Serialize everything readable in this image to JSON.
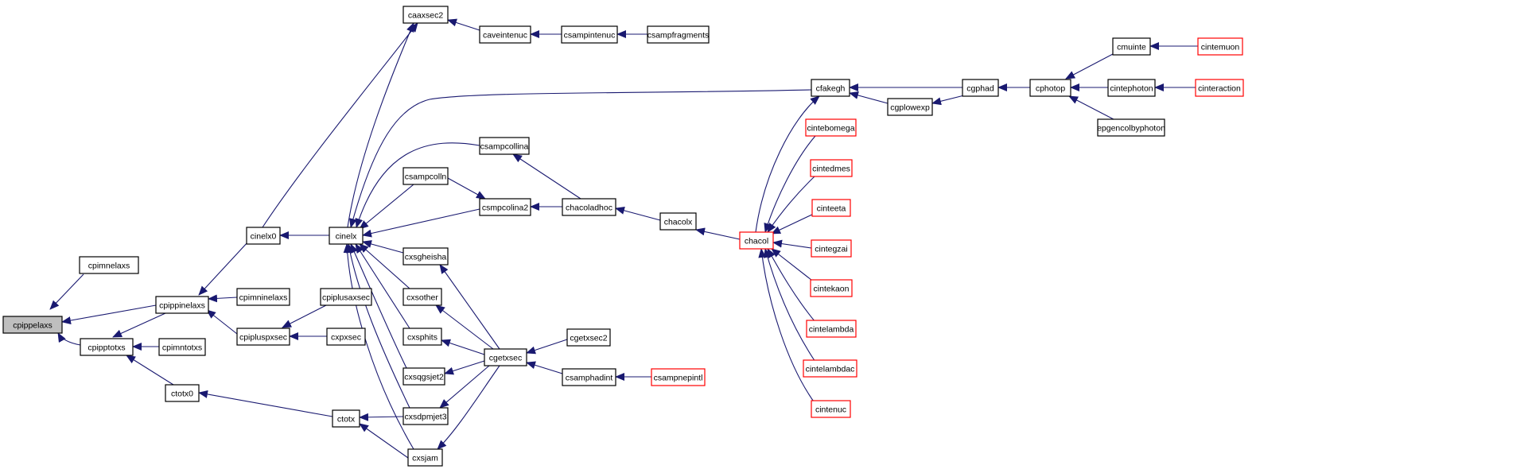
{
  "graph": {
    "edge_color": "#191970",
    "truncated_border_color": "#ff0000",
    "root_fill": "#bfbfbf",
    "nodes": [
      {
        "id": "cpippelaxs",
        "label": "cpippelaxs",
        "kind": "root"
      },
      {
        "id": "cpimnelaxs",
        "label": "cpimnelaxs",
        "kind": "normal"
      },
      {
        "id": "cpippinelaxs",
        "label": "cpippinelaxs",
        "kind": "normal"
      },
      {
        "id": "cpipptotxs",
        "label": "cpipptotxs",
        "kind": "normal"
      },
      {
        "id": "cpimninelaxs",
        "label": "cpimninelaxs",
        "kind": "normal"
      },
      {
        "id": "cpipluspxsec",
        "label": "cpipluspxsec",
        "kind": "normal"
      },
      {
        "id": "cpiplusaxsec",
        "label": "cpiplusaxsec",
        "kind": "normal"
      },
      {
        "id": "cxpxsec",
        "label": "cxpxsec",
        "kind": "normal"
      },
      {
        "id": "cpimntotxs",
        "label": "cpimntotxs",
        "kind": "normal"
      },
      {
        "id": "ctotx0",
        "label": "ctotx0",
        "kind": "normal"
      },
      {
        "id": "cinelx0",
        "label": "cinelx0",
        "kind": "normal"
      },
      {
        "id": "cinelx",
        "label": "cinelx",
        "kind": "normal"
      },
      {
        "id": "ctotx",
        "label": "ctotx",
        "kind": "normal"
      },
      {
        "id": "caaxsec2",
        "label": "caaxsec2",
        "kind": "normal"
      },
      {
        "id": "caveintenuc",
        "label": "caveintenuc",
        "kind": "normal"
      },
      {
        "id": "csampintenuc",
        "label": "csampintenuc",
        "kind": "normal"
      },
      {
        "id": "csampfragments",
        "label": "csampfragments",
        "kind": "normal"
      },
      {
        "id": "csampcollina",
        "label": "csampcollina",
        "kind": "normal"
      },
      {
        "id": "csampcolln",
        "label": "csampcolln",
        "kind": "normal"
      },
      {
        "id": "csmpcolina2",
        "label": "csmpcolina2",
        "kind": "normal"
      },
      {
        "id": "chacoladhoc",
        "label": "chacoladhoc",
        "kind": "normal"
      },
      {
        "id": "chacolx",
        "label": "chacolx",
        "kind": "normal"
      },
      {
        "id": "chacol",
        "label": "chacol",
        "kind": "truncated"
      },
      {
        "id": "cxsgheisha",
        "label": "cxsgheisha",
        "kind": "normal"
      },
      {
        "id": "cxsother",
        "label": "cxsother",
        "kind": "normal"
      },
      {
        "id": "cxsphits",
        "label": "cxsphits",
        "kind": "normal"
      },
      {
        "id": "cxsqgsjet2",
        "label": "cxsqgsjet2",
        "kind": "normal"
      },
      {
        "id": "cxsdpmjet3",
        "label": "cxsdpmjet3",
        "kind": "normal"
      },
      {
        "id": "cxsjam",
        "label": "cxsjam",
        "kind": "normal"
      },
      {
        "id": "cgetxsec",
        "label": "cgetxsec",
        "kind": "normal"
      },
      {
        "id": "cgetxsec2",
        "label": "cgetxsec2",
        "kind": "normal"
      },
      {
        "id": "csamphadint",
        "label": "csamphadint",
        "kind": "normal"
      },
      {
        "id": "csampnepintl",
        "label": "csampnepintl",
        "kind": "truncated"
      },
      {
        "id": "cfakegh",
        "label": "cfakegh",
        "kind": "normal"
      },
      {
        "id": "cgplowexp",
        "label": "cgplowexp",
        "kind": "normal"
      },
      {
        "id": "cgphad",
        "label": "cgphad",
        "kind": "normal"
      },
      {
        "id": "cphotop",
        "label": "cphotop",
        "kind": "normal"
      },
      {
        "id": "cmuinte",
        "label": "cmuinte",
        "kind": "normal"
      },
      {
        "id": "cintemuon",
        "label": "cintemuon",
        "kind": "truncated"
      },
      {
        "id": "cintephoton",
        "label": "cintephoton",
        "kind": "normal"
      },
      {
        "id": "cinteraction",
        "label": "cinteraction",
        "kind": "truncated"
      },
      {
        "id": "epgencolbyphoton",
        "label": "epgencolbyphoton",
        "kind": "normal"
      },
      {
        "id": "cintebomega",
        "label": "cintebomega",
        "kind": "truncated"
      },
      {
        "id": "cintedmes",
        "label": "cintedmes",
        "kind": "truncated"
      },
      {
        "id": "cinteeta",
        "label": "cinteeta",
        "kind": "truncated"
      },
      {
        "id": "cintegzai",
        "label": "cintegzai",
        "kind": "truncated"
      },
      {
        "id": "cintekaon",
        "label": "cintekaon",
        "kind": "truncated"
      },
      {
        "id": "cintelambda",
        "label": "cintelambda",
        "kind": "truncated"
      },
      {
        "id": "cintelambdac",
        "label": "cintelambdac",
        "kind": "truncated"
      },
      {
        "id": "cintenuc",
        "label": "cintenuc",
        "kind": "truncated"
      }
    ],
    "edges": [
      {
        "from": "cpimnelaxs",
        "to": "cpippelaxs"
      },
      {
        "from": "cpippinelaxs",
        "to": "cpippelaxs"
      },
      {
        "from": "cpipptotxs",
        "to": "cpippelaxs"
      },
      {
        "from": "cpippinelaxs",
        "to": "cpipptotxs"
      },
      {
        "from": "cinelx0",
        "to": "cpippinelaxs"
      },
      {
        "from": "cpimninelaxs",
        "to": "cpippinelaxs"
      },
      {
        "from": "cpipluspxsec",
        "to": "cpippinelaxs"
      },
      {
        "from": "cpiplusaxsec",
        "to": "cpipluspxsec"
      },
      {
        "from": "cxpxsec",
        "to": "cpipluspxsec"
      },
      {
        "from": "cpimntotxs",
        "to": "cpipptotxs"
      },
      {
        "from": "ctotx0",
        "to": "cpipptotxs"
      },
      {
        "from": "ctotx",
        "to": "ctotx0"
      },
      {
        "from": "cinelx",
        "to": "cinelx0"
      },
      {
        "from": "cinelx0",
        "to": "caaxsec2"
      },
      {
        "from": "cinelx",
        "to": "caaxsec2"
      },
      {
        "from": "caveintenuc",
        "to": "caaxsec2"
      },
      {
        "from": "csampintenuc",
        "to": "caveintenuc"
      },
      {
        "from": "csampfragments",
        "to": "csampintenuc"
      },
      {
        "from": "cfakegh",
        "to": "cinelx"
      },
      {
        "from": "csampcollina",
        "to": "cinelx"
      },
      {
        "from": "csampcolln",
        "to": "cinelx"
      },
      {
        "from": "csmpcolina2",
        "to": "cinelx"
      },
      {
        "from": "cxsgheisha",
        "to": "cinelx"
      },
      {
        "from": "cxsother",
        "to": "cinelx"
      },
      {
        "from": "cxsphits",
        "to": "cinelx"
      },
      {
        "from": "cxsqgsjet2",
        "to": "cinelx"
      },
      {
        "from": "cxsdpmjet3",
        "to": "cinelx"
      },
      {
        "from": "cxsjam",
        "to": "cinelx"
      },
      {
        "from": "csampcolln",
        "to": "csmpcolina2"
      },
      {
        "from": "chacoladhoc",
        "to": "csmpcolina2"
      },
      {
        "from": "chacoladhoc",
        "to": "csampcollina"
      },
      {
        "from": "chacolx",
        "to": "chacoladhoc"
      },
      {
        "from": "chacol",
        "to": "chacolx"
      },
      {
        "from": "cxsdpmjet3",
        "to": "ctotx"
      },
      {
        "from": "cxsjam",
        "to": "ctotx"
      },
      {
        "from": "cgetxsec",
        "to": "cxsgheisha"
      },
      {
        "from": "cgetxsec",
        "to": "cxsother"
      },
      {
        "from": "cgetxsec",
        "to": "cxsphits"
      },
      {
        "from": "cgetxsec",
        "to": "cxsqgsjet2"
      },
      {
        "from": "cgetxsec",
        "to": "cxsdpmjet3"
      },
      {
        "from": "cgetxsec",
        "to": "cxsjam"
      },
      {
        "from": "cgetxsec2",
        "to": "cgetxsec"
      },
      {
        "from": "csamphadint",
        "to": "cgetxsec"
      },
      {
        "from": "csampnepintl",
        "to": "csamphadint"
      },
      {
        "from": "cgphad",
        "to": "cfakegh"
      },
      {
        "from": "cgplowexp",
        "to": "cfakegh"
      },
      {
        "from": "cgphad",
        "to": "cgplowexp"
      },
      {
        "from": "cphotop",
        "to": "cgphad"
      },
      {
        "from": "cmuinte",
        "to": "cphotop"
      },
      {
        "from": "cintephoton",
        "to": "cphotop"
      },
      {
        "from": "epgencolbyphoton",
        "to": "cphotop"
      },
      {
        "from": "cintemuon",
        "to": "cmuinte"
      },
      {
        "from": "cinteraction",
        "to": "cintephoton"
      },
      {
        "from": "chacol",
        "to": "cfakegh"
      },
      {
        "from": "cintebomega",
        "to": "chacol"
      },
      {
        "from": "cintedmes",
        "to": "chacol"
      },
      {
        "from": "cinteeta",
        "to": "chacol"
      },
      {
        "from": "cintegzai",
        "to": "chacol"
      },
      {
        "from": "cintekaon",
        "to": "chacol"
      },
      {
        "from": "cintelambda",
        "to": "chacol"
      },
      {
        "from": "cintelambdac",
        "to": "chacol"
      },
      {
        "from": "cintenuc",
        "to": "chacol"
      }
    ]
  }
}
